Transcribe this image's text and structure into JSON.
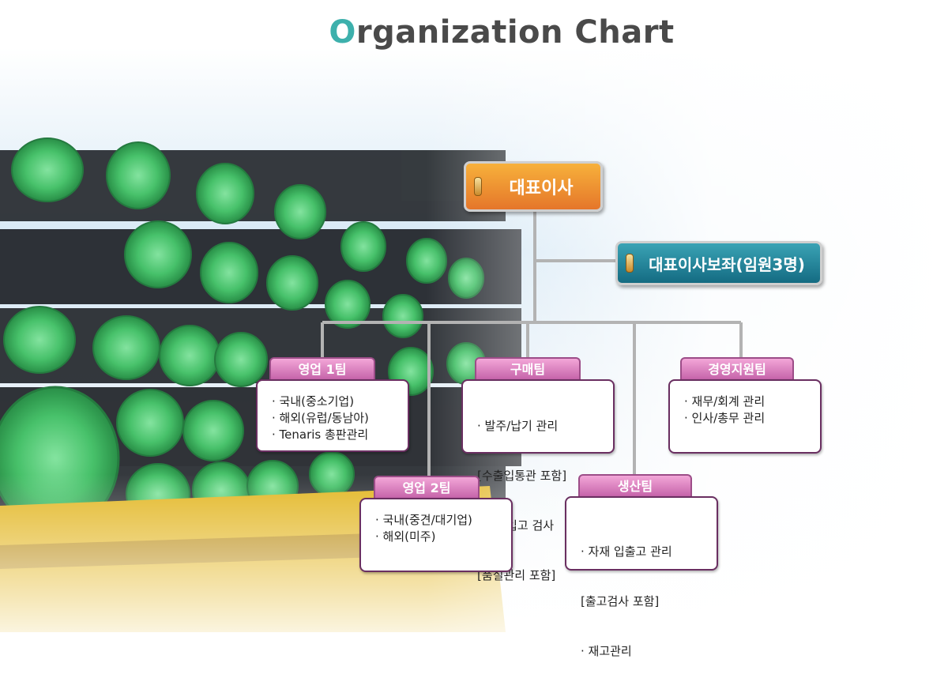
{
  "title": {
    "first_letter": "O",
    "rest": "rganization Chart"
  },
  "ceo": {
    "label": "대표이사"
  },
  "assistant": {
    "label": "대표이사보좌(임원3명)"
  },
  "teams": {
    "sales1": {
      "name": "영업 1팀",
      "items": [
        "· 국내(중소기업)",
        "· 해외(유럽/동남아)",
        "· Tenaris 총판관리"
      ]
    },
    "purchase": {
      "name": "구매팀",
      "items": [
        "· 발주/납기 관리",
        "  [수출입통관 포함]",
        "· 자재입고 검사",
        "  [품질관리 포함]"
      ]
    },
    "management": {
      "name": "경영지원팀",
      "items": [
        "· 재무/회계 관리",
        "· 인사/총무 관리"
      ]
    },
    "sales2": {
      "name": "영업 2팀",
      "items": [
        "· 국내(중견/대기업)",
        "· 해외(미주)"
      ]
    },
    "production": {
      "name": "생산팀",
      "items": [
        "· 자재 입출고 관리",
        "  [출고검사 포함]",
        "· 재고관리"
      ]
    }
  },
  "colors": {
    "title_accent": "#3db0ac",
    "ceo_box": "#f0a030",
    "assistant_box": "#1f7f95",
    "team_tab": "#d97bbd",
    "team_border": "#6a2f61",
    "connector": "#b3b3b3"
  }
}
